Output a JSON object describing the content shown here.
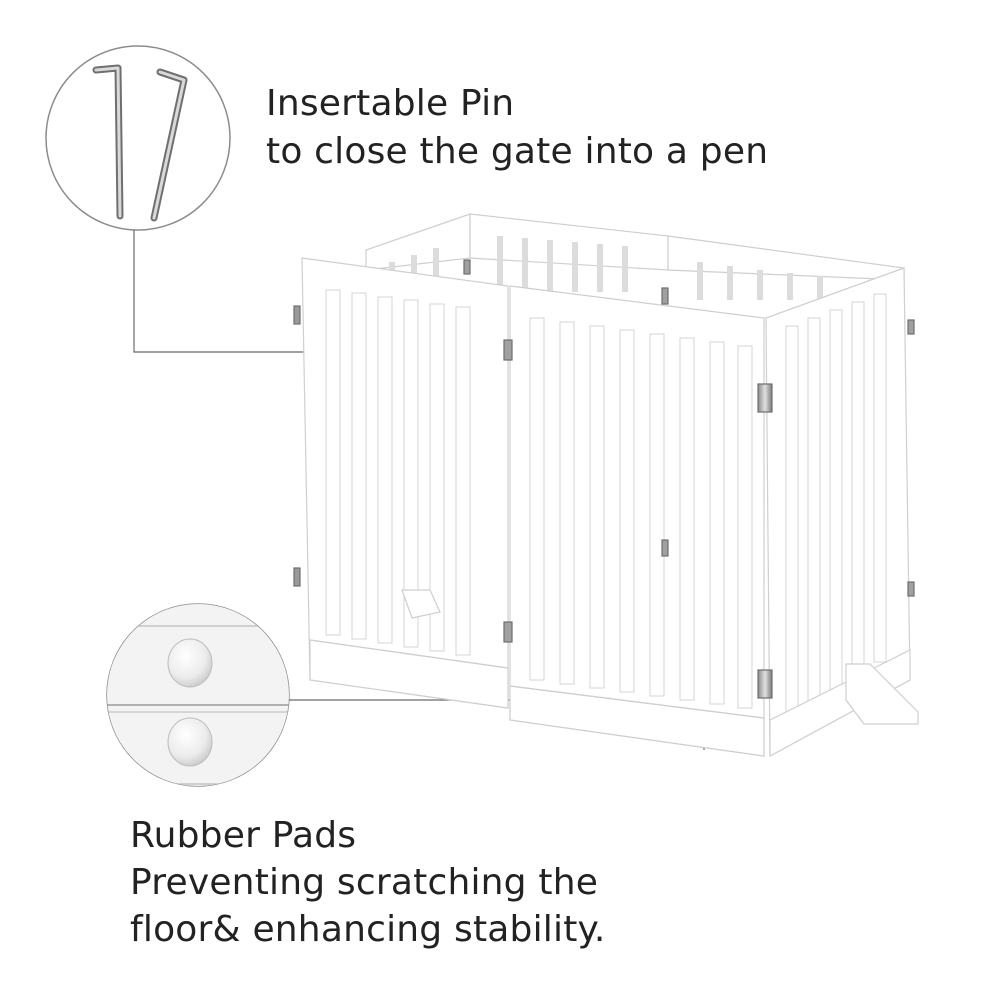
{
  "pin_callout": {
    "title": "Insertable Pin",
    "subtitle": "to close the gate into a pen",
    "icon": "hook-pin-icon"
  },
  "pad_callout": {
    "title": "Rubber Pads",
    "line2": "Preventing scratching the",
    "line3": "floor& enhancing stability.",
    "icon": "rubber-pad-icon"
  },
  "product": {
    "icon": "folding-pet-gate-icon",
    "color": "#ffffff",
    "outline": "#cfcfcf"
  }
}
